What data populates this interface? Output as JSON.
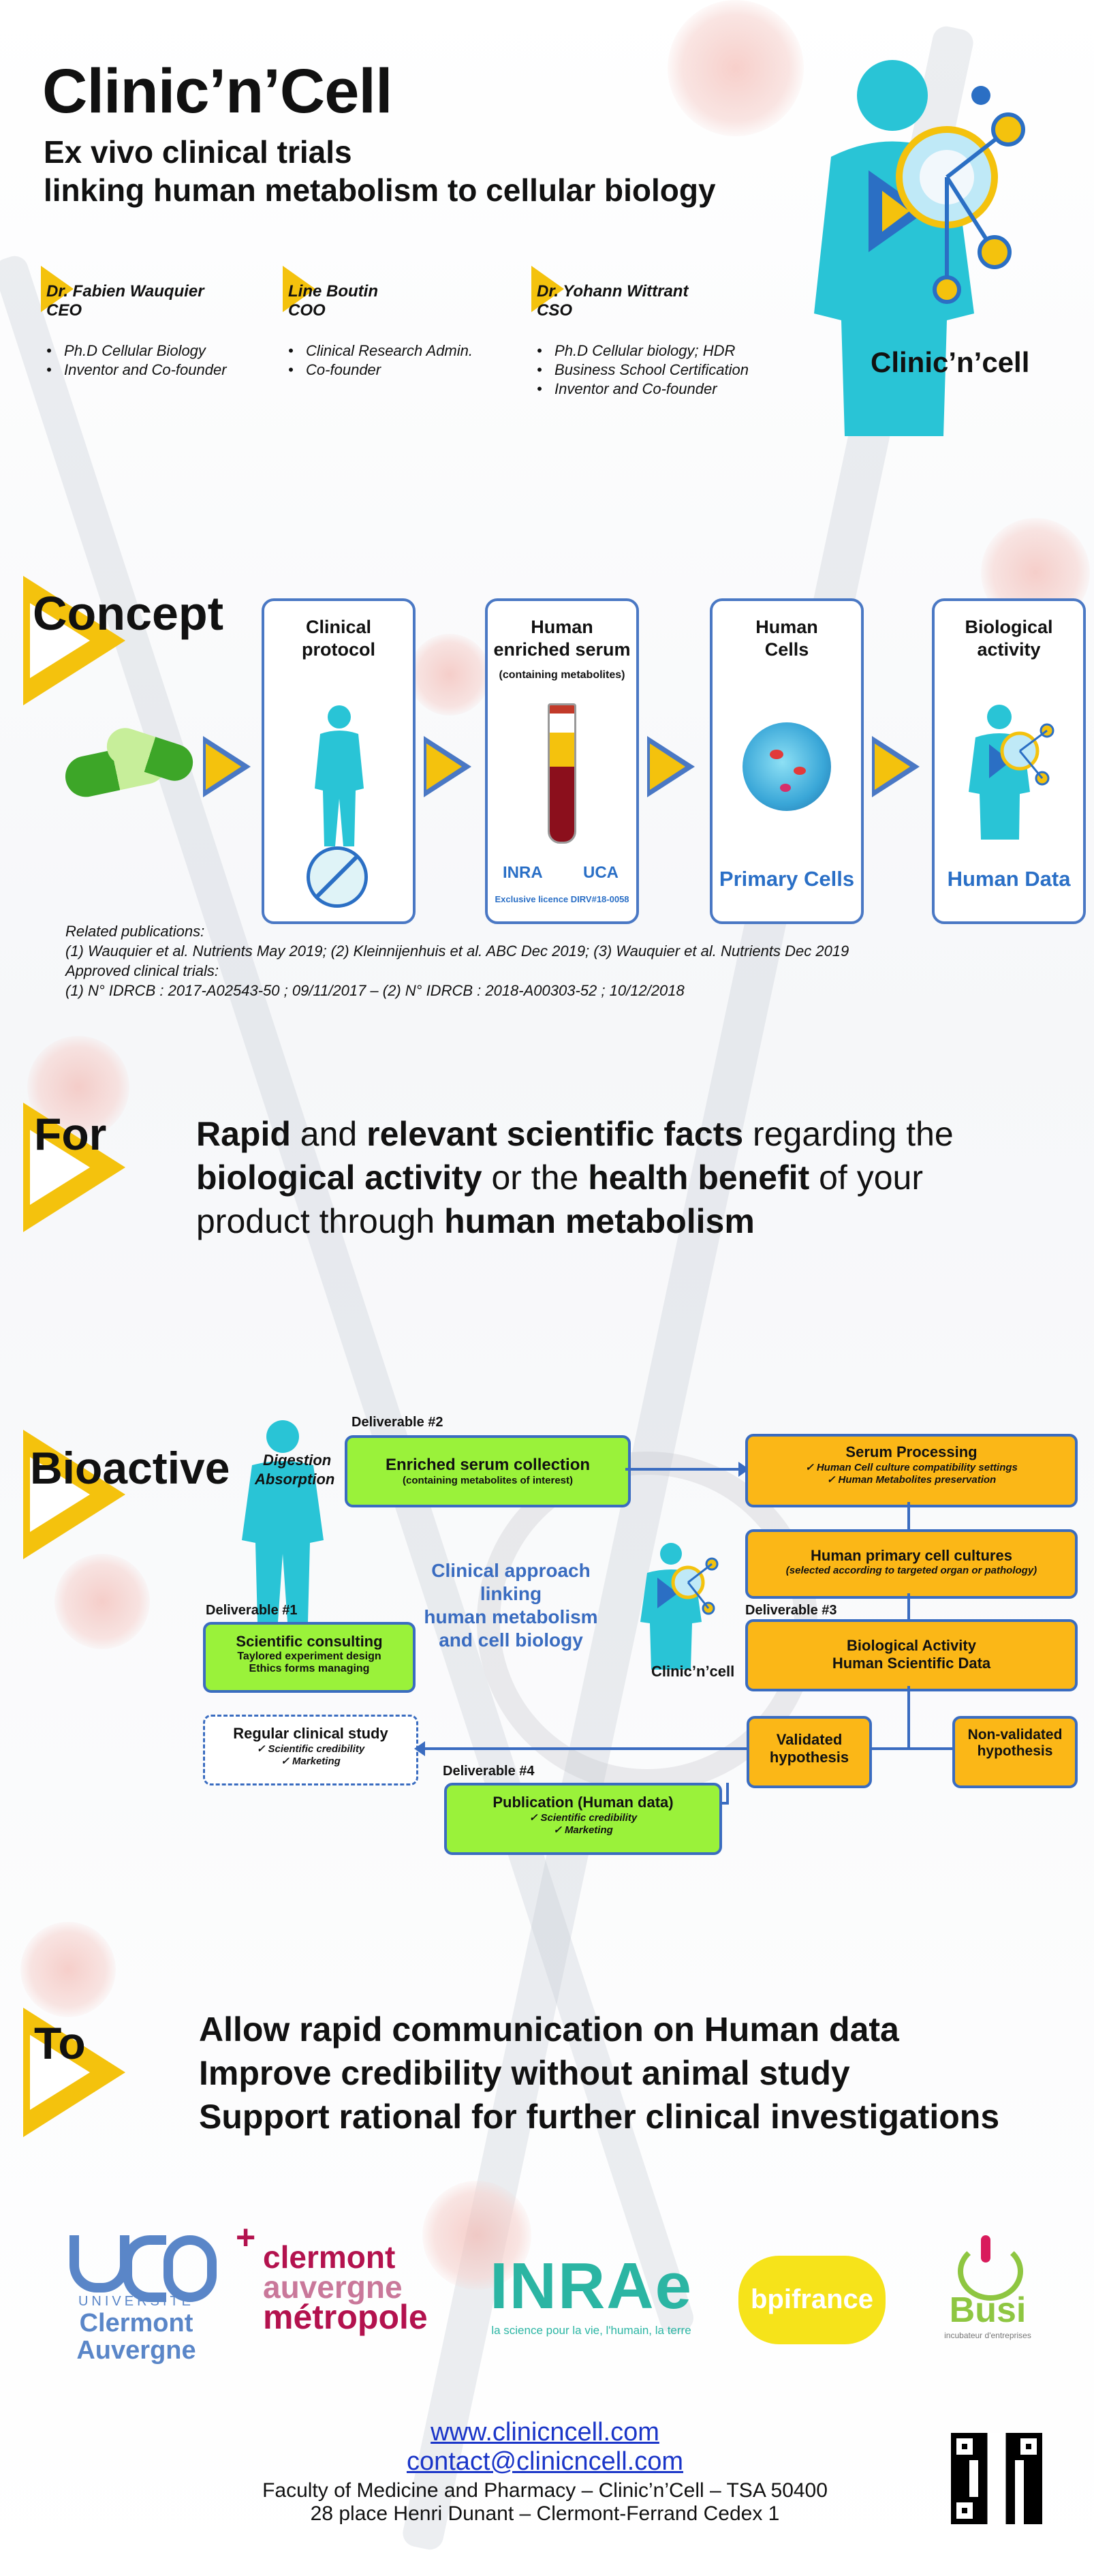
{
  "header": {
    "title": "Clinic’n’Cell",
    "subtitle_line1": "Ex vivo clinical trials",
    "subtitle_line2": "linking human metabolism to cellular biology",
    "logo_text": "Clinic’n’cell"
  },
  "team": [
    {
      "name": "Dr. Fabien Wauquier",
      "role": "CEO",
      "bullets": [
        "Ph.D Cellular Biology",
        "Inventor and Co-founder"
      ]
    },
    {
      "name": "Line Boutin",
      "role": "COO",
      "bullets": [
        "Clinical Research Admin.",
        "Co-founder"
      ]
    },
    {
      "name": "Dr. Yohann Wittrant",
      "role": "CSO",
      "bullets": [
        "Ph.D Cellular biology; HDR",
        "Business School Certification",
        "Inventor and Co-founder"
      ]
    }
  ],
  "concept": {
    "heading": "Concept",
    "boxes": [
      {
        "title_line1": "Clinical",
        "title_line2": "protocol",
        "title_line3": "",
        "footer": ""
      },
      {
        "title_line1": "Human",
        "title_line2": "enriched serum",
        "title_line3": "(containing metabolites)",
        "footer": ""
      },
      {
        "title_line1": "Human",
        "title_line2": "Cells",
        "title_line3": "",
        "footer": "Primary Cells"
      },
      {
        "title_line1": "Biological",
        "title_line2": "activity",
        "title_line3": "",
        "footer": "Human Data"
      }
    ],
    "inra_text": "INRA",
    "uca_text": "UCA",
    "licence_text": "Exclusive licence DIRV#18-0058",
    "publications_line1": "Related publications:",
    "publications_line2": "(1) Wauquier et al. Nutrients May 2019; (2) Kleinnijenhuis et al. ABC Dec 2019; (3) Wauquier et al. Nutrients Dec 2019",
    "publications_line3": "Approved clinical trials:",
    "publications_line4": "(1) N° IDRCB : 2017-A02543-50 ; 09/11/2017 – (2) N° IDRCB : 2018-A00303-52 ; 10/12/2018"
  },
  "for_section": {
    "heading": "For",
    "t1": "Rapid",
    "t2": " and ",
    "t3": "relevant scientific facts",
    "t4": " regarding the",
    "t5": "biological activity",
    "t6": " or the ",
    "t7": "health benefit",
    "t8": " of your",
    "t9": "product through ",
    "t10": "human metabolism"
  },
  "bioactive": {
    "heading": "Bioactive",
    "digestion": "Digestion",
    "absorption": "Absorption",
    "deliverable2": "Deliverable #2",
    "deliverable1": "Deliverable #1",
    "deliverable3": "Deliverable #3",
    "deliverable4": "Deliverable #4",
    "enriched_title": "Enriched serum collection",
    "enriched_sub": "(containing metabolites of interest)",
    "serum_title": "Serum Processing",
    "serum_b1": "Human Cell culture compatibility settings",
    "serum_b2": "Human Metabolites preservation",
    "cultures_title": "Human primary cell cultures",
    "cultures_sub": "(selected according to targeted organ or pathology)",
    "bio_title1": "Biological Activity",
    "bio_title2": "Human Scientific Data",
    "validated": "Validated hypothesis",
    "nonvalidated": "Non-validated hypothesis",
    "consult_title": "Scientific consulting",
    "consult_l1": "Taylored experiment design",
    "consult_l2": "Ethics forms managing",
    "regular_title": "Regular clinical study",
    "regular_b1": "Scientific credibility",
    "regular_b2": "Marketing",
    "pub_title": "Publication (Human data)",
    "pub_b1": "Scientific credibility",
    "pub_b2": "Marketing",
    "center_l1": "Clinical approach",
    "center_l2": "linking",
    "center_l3": "human metabolism",
    "center_l4": "and cell biology",
    "small_logo": "Clinic’n’cell"
  },
  "to_section": {
    "heading": "To",
    "line1": "Allow rapid communication on Human data",
    "line2": "Improve credibility without animal study",
    "line3": "Support rational for further clinical investigations"
  },
  "partners": {
    "uca_l1": "UNIVERSITÉ",
    "uca_l2": "Clermont",
    "uca_l3": "Auvergne",
    "plus": "+",
    "cam_l1": "clermont",
    "cam_l2": "auvergne",
    "cam_l3": "métropole",
    "inrae": "INRAe",
    "inrae_tag": "la science pour la vie, l'humain, la terre",
    "bpi": "bpifrance",
    "busi": "Busi",
    "busi_tag": "incubateur d'entreprises"
  },
  "footer": {
    "website": "www.clinicncell.com",
    "email": "contact@clinicncell.com",
    "address1": "Faculty of Medicine and Pharmacy – Clinic’n’Cell – TSA 50400",
    "address2": "28 place Henri Dunant – Clermont-Ferrand Cedex 1"
  },
  "colors": {
    "yellow": "#f4c20d",
    "blue": "#4a78c4",
    "cyan": "#29c4d6",
    "green": "#9af23a",
    "orange": "#fbb717"
  }
}
